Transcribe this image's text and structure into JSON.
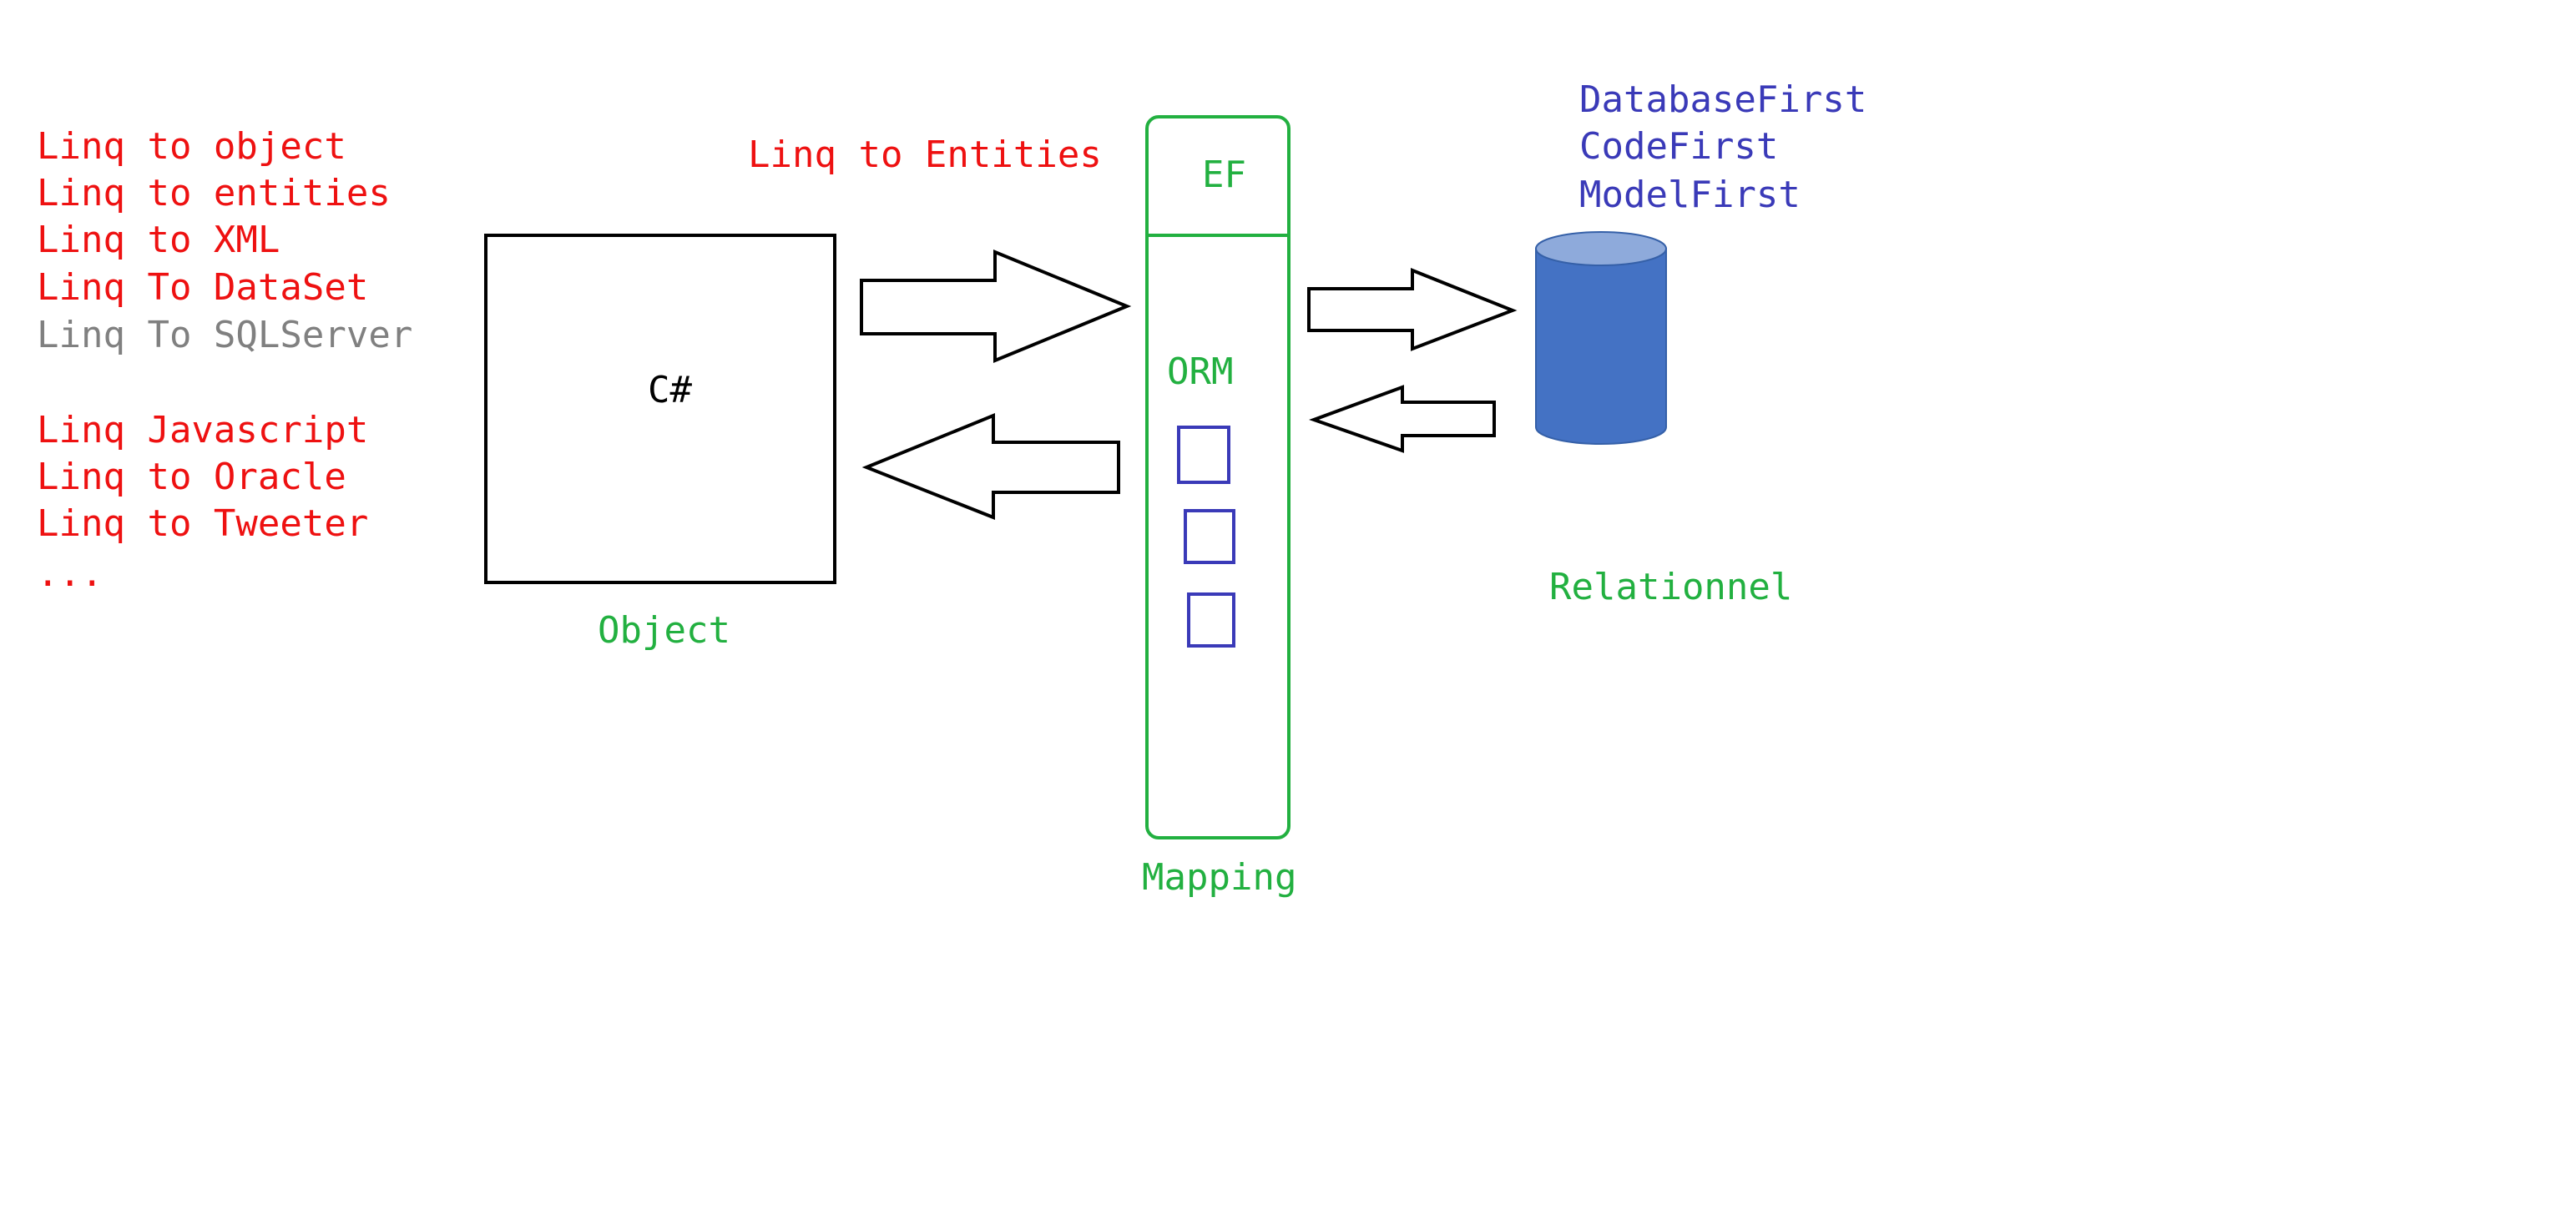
{
  "linq_list": {
    "items": [
      "Linq to object",
      "Linq to entities",
      "Linq to XML",
      "Linq To DataSet",
      "Linq To SQLServer",
      "Linq Javascript",
      "Linq to Oracle",
      "Linq to Tweeter",
      "..."
    ]
  },
  "object_box": {
    "inner_label": "C#",
    "caption": "Object"
  },
  "arrow_label": "Linq to Entities",
  "orm": {
    "header": "EF",
    "label": "ORM",
    "caption": "Mapping"
  },
  "database": {
    "approaches": [
      "DatabaseFirst",
      "CodeFirst",
      "ModelFirst"
    ],
    "caption": "Relationnel"
  },
  "colors": {
    "red": "#ee1111",
    "grey": "#808080",
    "green": "#22b040",
    "blue": "#3a3ab8",
    "cylinder": "#4472c4",
    "cylinder_top": "#8eaadb"
  }
}
